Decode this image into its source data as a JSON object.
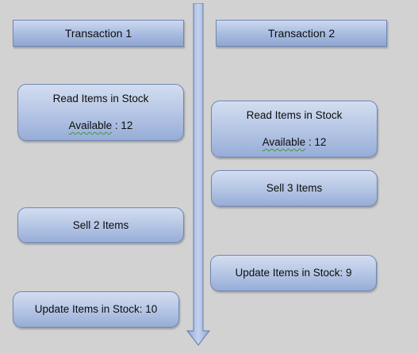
{
  "headers": {
    "t1": "Transaction 1",
    "t2": "Transaction 2"
  },
  "transaction1": {
    "read_title": "Read Items in Stock",
    "read_available_label": "Available",
    "read_available_sep": " : ",
    "read_available_value": "12",
    "sell": "Sell 2 Items",
    "update": "Update Items in Stock: 10"
  },
  "transaction2": {
    "read_title": "Read Items in Stock",
    "read_available_label": "Available",
    "read_available_sep": " : ",
    "read_available_value": "12",
    "sell": "Sell 3 Items",
    "update": "Update Items in Stock: 9"
  },
  "colors": {
    "background": "#d2d2d2",
    "box_fill_top": "#d3ddf0",
    "box_fill_bottom": "#97add7",
    "box_border": "#6f87b6",
    "arrow_fill": "#a9bde2",
    "arrow_stroke": "#5f7aab"
  },
  "icons": {
    "timeline": "down-arrow-icon"
  }
}
